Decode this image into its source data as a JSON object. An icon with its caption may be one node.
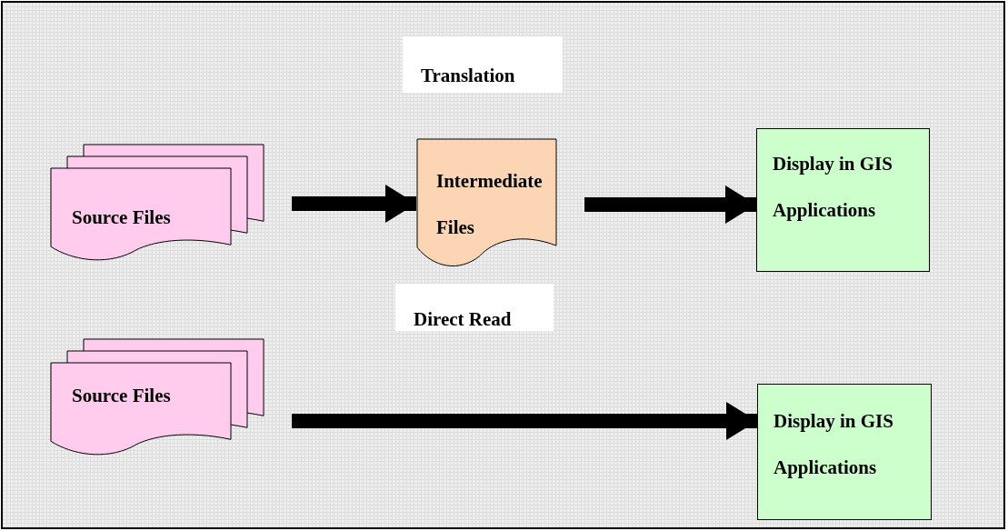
{
  "diagram": {
    "nodes": [
      {
        "text": [
          "Translation"
        ]
      },
      {
        "text": [
          "Source Files"
        ]
      },
      {
        "text": [
          "Intermediate Files"
        ]
      },
      {
        "text": [
          "Display in GIS Applications"
        ]
      },
      {
        "text": [
          "Direct Read"
        ]
      },
      {
        "text": [
          "Source Files"
        ]
      },
      {
        "text": [
          "Display in GIS Applications"
        ]
      }
    ],
    "edges": [
      {
        "from": 1,
        "to": 2,
        "arrow": "to"
      },
      {
        "from": 2,
        "to": 3,
        "arrow": "to"
      },
      {
        "from": 5,
        "to": 6,
        "arrow": "to"
      }
    ]
  }
}
